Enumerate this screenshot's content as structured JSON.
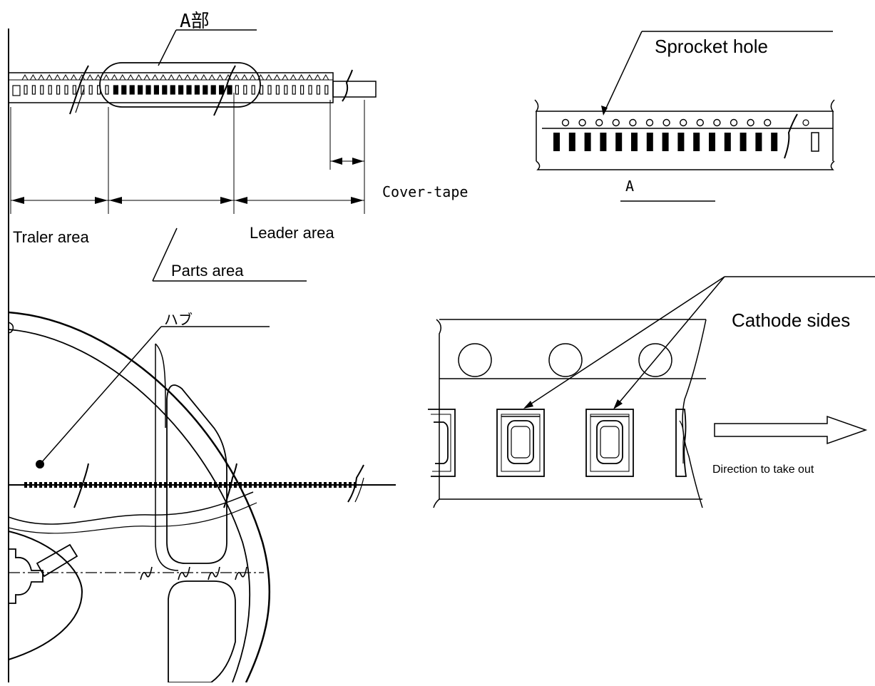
{
  "labels": {
    "a_part": "A部",
    "sprocket_hole": "Sprocket hole",
    "a_label": "A",
    "cover_tape": "Cover-tape",
    "trailer_area": "Traler area",
    "leader_area": "Leader area",
    "parts_area": "Parts area",
    "hub": "ハブ",
    "cathode_sides": "Cathode sides",
    "direction": "Direction to take  out"
  },
  "colors": {
    "line": "#000000",
    "background": "#ffffff"
  }
}
